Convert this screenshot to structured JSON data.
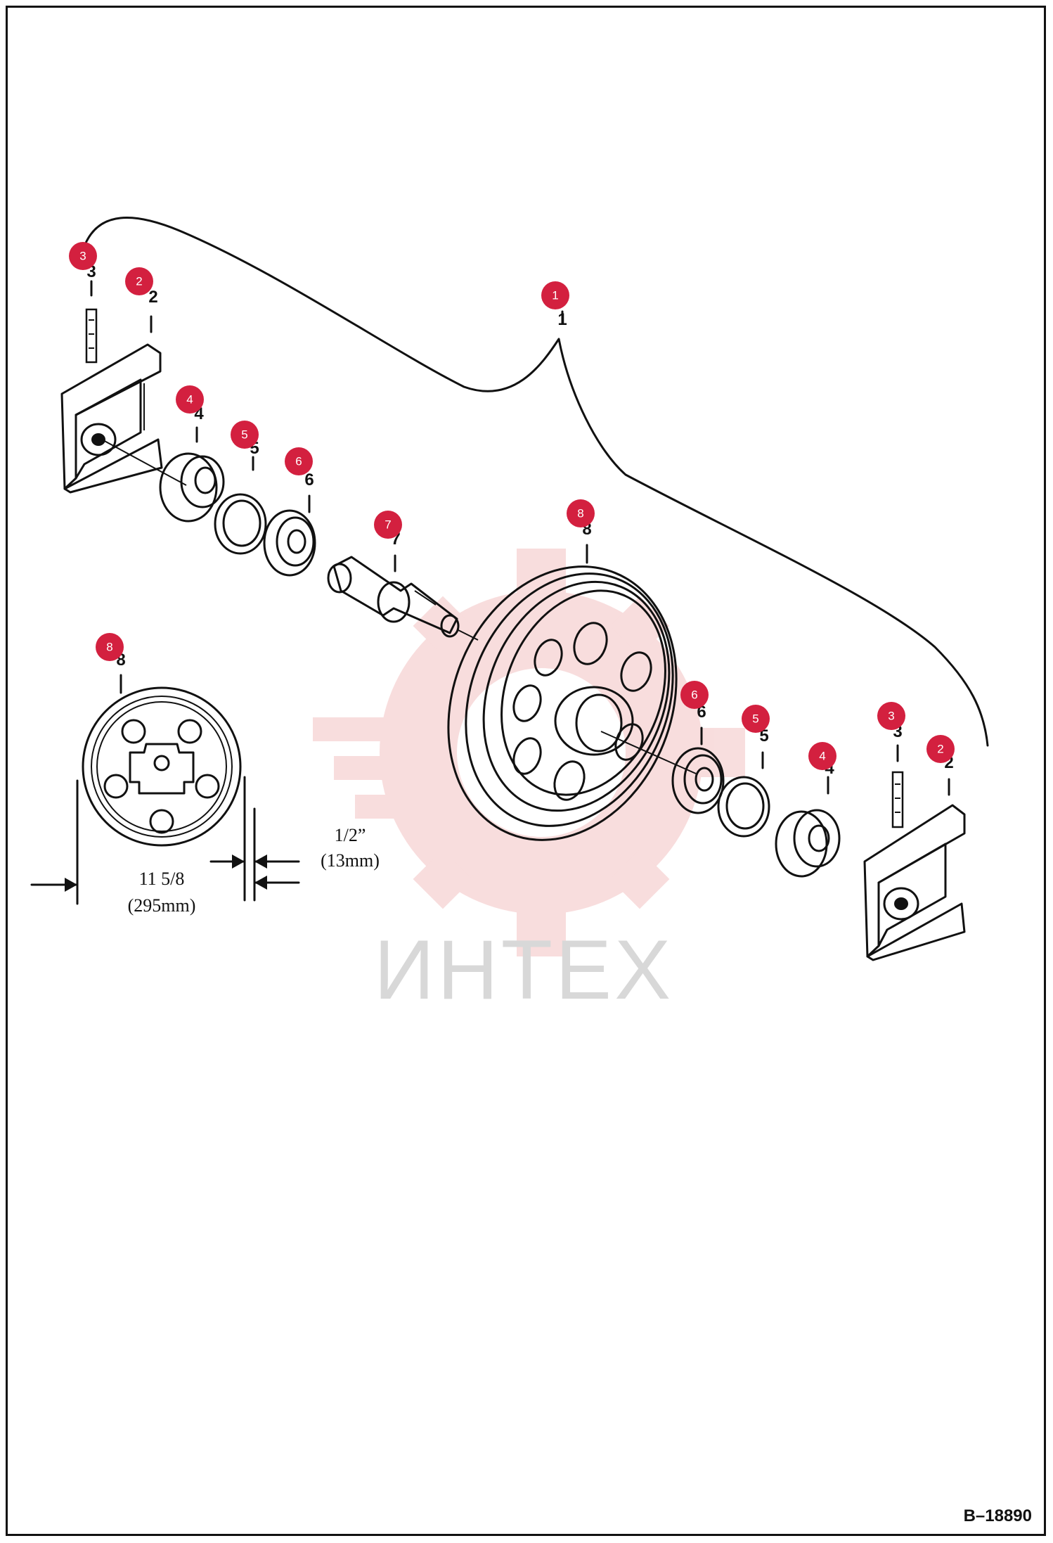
{
  "drawing_id": "B–18890",
  "watermark": "ИНТЕХ",
  "dimensions": {
    "width_in": "11 5/8",
    "width_mm": "(295mm)",
    "flange_in": "1/2”",
    "flange_mm": "(13mm)"
  },
  "callouts": [
    {
      "label": "1"
    },
    {
      "label": "2"
    },
    {
      "label": "3"
    },
    {
      "label": "4"
    },
    {
      "label": "5"
    },
    {
      "label": "6"
    },
    {
      "label": "7"
    },
    {
      "label": "8"
    },
    {
      "label": "8"
    },
    {
      "label": "6"
    },
    {
      "label": "5"
    },
    {
      "label": "4"
    },
    {
      "label": "3"
    },
    {
      "label": "2"
    }
  ],
  "part_numbers": [
    {
      "label": "1"
    },
    {
      "label": "2"
    },
    {
      "label": "3"
    },
    {
      "label": "4"
    },
    {
      "label": "5"
    },
    {
      "label": "6"
    },
    {
      "label": "7"
    },
    {
      "label": "8"
    },
    {
      "label": "8"
    },
    {
      "label": "6"
    },
    {
      "label": "5"
    },
    {
      "label": "4"
    },
    {
      "label": "3"
    },
    {
      "label": "2"
    }
  ],
  "colors": {
    "callout": "#d3203f",
    "watermark": "#f3c2c2",
    "ink": "#111111"
  }
}
